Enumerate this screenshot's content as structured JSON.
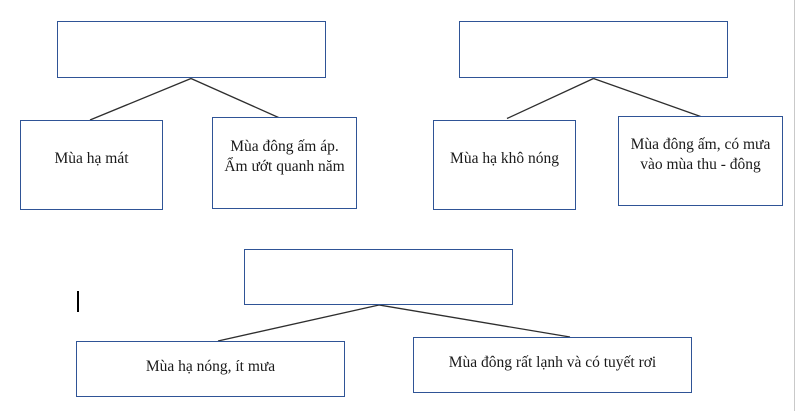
{
  "diagram": {
    "description_colors": {
      "box_border": "#2F5496",
      "connector_line": "#2e2e2e",
      "page_edge_line": "#c9c9c9",
      "text": "#1a1a1a"
    },
    "groups": [
      {
        "id": "group-1",
        "parent_label": "",
        "children": [
          {
            "label": "Mùa hạ mát"
          },
          {
            "label": "Mùa đông ấm áp. Ẩm ướt quanh năm"
          }
        ]
      },
      {
        "id": "group-2",
        "parent_label": "",
        "children": [
          {
            "label": "Mùa hạ khô nóng"
          },
          {
            "label": "Mùa đông ấm, có mưa vào mùa thu - đông"
          }
        ]
      },
      {
        "id": "group-3",
        "parent_label": "",
        "children": [
          {
            "label": "Mùa hạ nóng, ít mưa"
          },
          {
            "label": "Mùa đông rất lạnh và có tuyết rơi"
          }
        ]
      }
    ]
  }
}
